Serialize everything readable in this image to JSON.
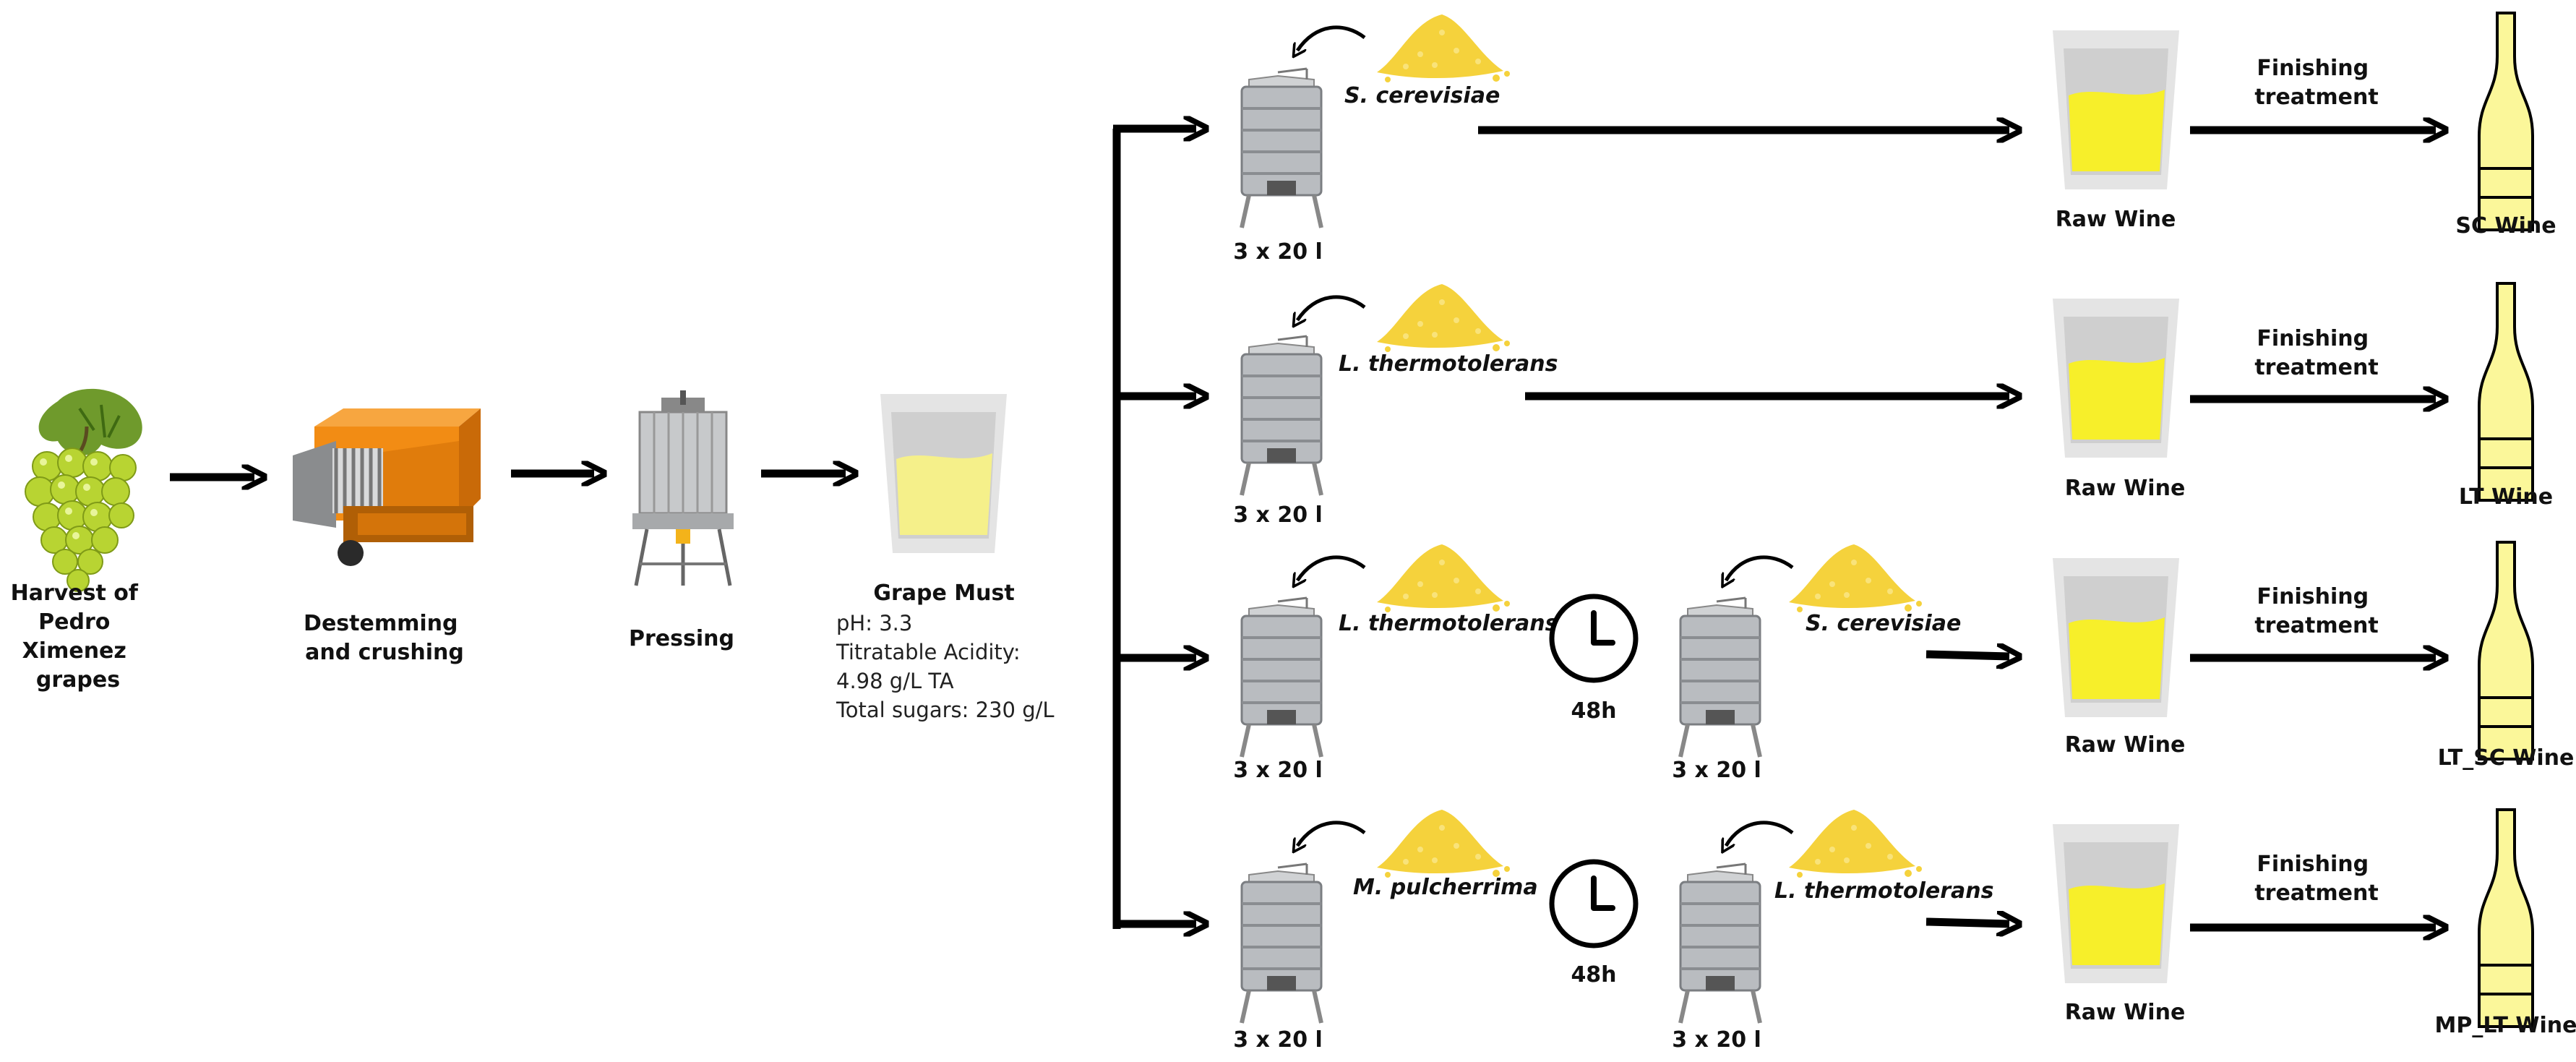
{
  "colors": {
    "arrow": "#000000",
    "wine_fill": "#f7ef2a",
    "must_fill": "#f5f08a",
    "bottle_fill": "#fbf79a",
    "steel": "#b9bcc0",
    "yeast": "#f5d23c",
    "machine_orange": "#f28c14"
  },
  "icons": {
    "grapes": "grapes-icon",
    "destemmer": "destemmer-crusher-icon",
    "press": "wine-press-icon",
    "glass": "glass-icon",
    "tank": "stainless-tank-icon",
    "yeast": "yeast-pile-icon",
    "clock": "clock-icon",
    "bottle": "wine-bottle-icon"
  },
  "steps": {
    "harvest": [
      "Harvest of",
      "Pedro",
      "Ximenez",
      "grapes"
    ],
    "destemming": [
      "Destemming",
      "and crushing"
    ],
    "pressing": "Pressing",
    "must_title": "Grape Must",
    "must_details": [
      "pH: 3.3",
      "Titratable Acidity:",
      "4.98 g/L TA",
      "Total sugars: 230 g/L"
    ]
  },
  "branches": [
    {
      "first_yeast": "S. cerevisiae",
      "tank": "3 x 20 l",
      "raw": "Raw Wine",
      "finishing": [
        "Finishing",
        "treatment"
      ],
      "wine": "SC Wine"
    },
    {
      "first_yeast": "L. thermotolerans",
      "tank": "3 x 20 l",
      "raw": "Raw Wine",
      "finishing": [
        "Finishing",
        "treatment"
      ],
      "wine": "LT Wine"
    },
    {
      "first_yeast": "L. thermotolerans",
      "tank": "3 x 20 l",
      "delay": "48h",
      "second_yeast": "S. cerevisiae",
      "second_tank": "3 x 20 l",
      "raw": "Raw Wine",
      "finishing": [
        "Finishing",
        "treatment"
      ],
      "wine": "LT_SC Wine"
    },
    {
      "first_yeast": "M. pulcherrima",
      "tank": "3 x 20 l",
      "delay": "48h",
      "second_yeast": "L. thermotolerans",
      "second_tank": "3 x 20 l",
      "raw": "Raw Wine",
      "finishing": [
        "Finishing",
        "treatment"
      ],
      "wine": "MP_LT Wine"
    }
  ]
}
